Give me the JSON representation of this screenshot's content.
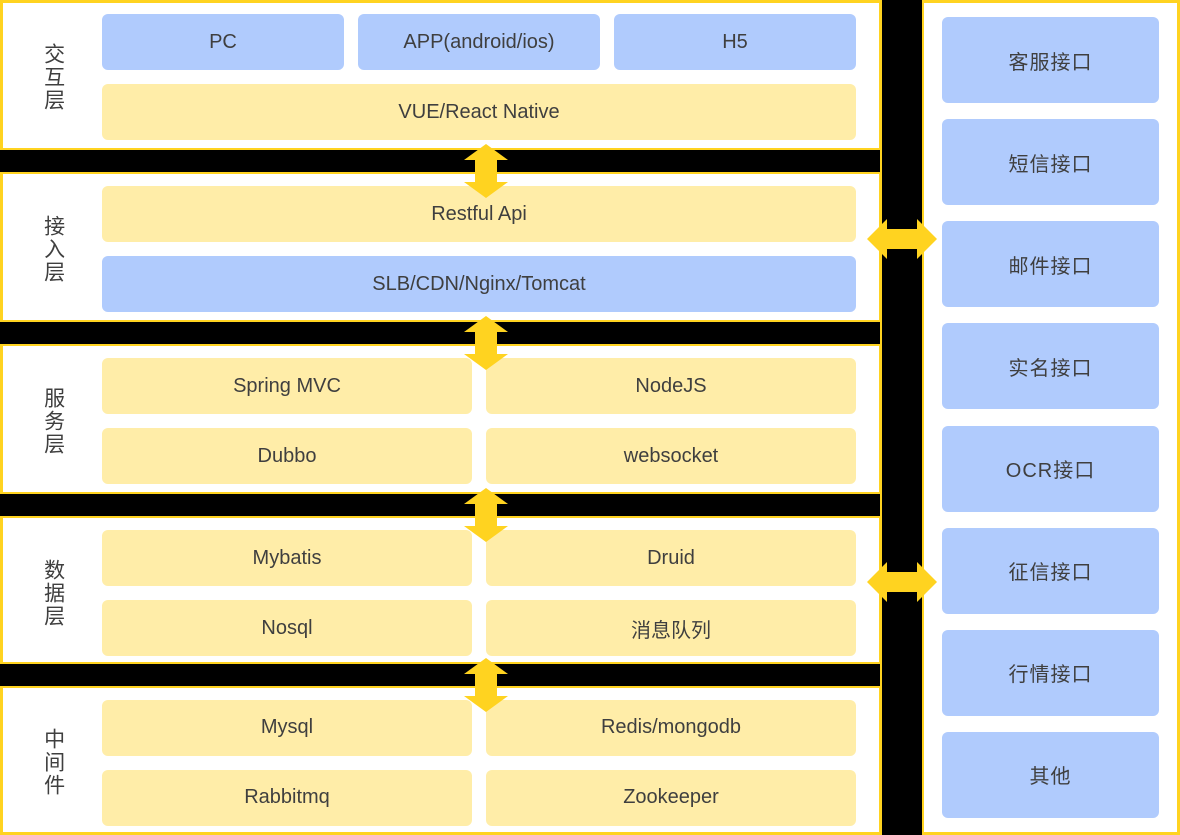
{
  "colors": {
    "blue": "#b0cbfd",
    "yellow": "#ffeda8",
    "gold_border": "#ffd320",
    "arrow": "#ffd320",
    "divider": "#000000",
    "text": "#3f3f3f"
  },
  "layers": [
    {
      "label": "交互层",
      "rows": [
        [
          {
            "text": "PC",
            "color": "blue"
          },
          {
            "text": "APP(android/ios)",
            "color": "blue"
          },
          {
            "text": "H5",
            "color": "blue"
          }
        ],
        [
          {
            "text": "VUE/React Native",
            "color": "yellow",
            "full": true
          }
        ]
      ]
    },
    {
      "label": "接入层",
      "rows": [
        [
          {
            "text": "Restful Api",
            "color": "yellow",
            "full": true
          }
        ],
        [
          {
            "text": "SLB/CDN/Nginx/Tomcat",
            "color": "blue",
            "full": true
          }
        ]
      ]
    },
    {
      "label": "服务层",
      "rows": [
        [
          {
            "text": "Spring MVC",
            "color": "yellow"
          },
          {
            "text": "NodeJS",
            "color": "yellow"
          }
        ],
        [
          {
            "text": "Dubbo",
            "color": "yellow"
          },
          {
            "text": "websocket",
            "color": "yellow"
          }
        ]
      ]
    },
    {
      "label": "数据层",
      "rows": [
        [
          {
            "text": "Mybatis",
            "color": "yellow"
          },
          {
            "text": "Druid",
            "color": "yellow"
          }
        ],
        [
          {
            "text": "Nosql",
            "color": "yellow"
          },
          {
            "text": "消息队列",
            "color": "yellow"
          }
        ]
      ]
    },
    {
      "label": "中间件",
      "rows": [
        [
          {
            "text": "Mysql",
            "color": "yellow"
          },
          {
            "text": "Redis/mongodb",
            "color": "yellow"
          }
        ],
        [
          {
            "text": "Rabbitmq",
            "color": "yellow"
          },
          {
            "text": "Zookeeper",
            "color": "yellow"
          }
        ]
      ]
    }
  ],
  "side_panel": {
    "items": [
      {
        "text": "客服接口"
      },
      {
        "text": "短信接口"
      },
      {
        "text": "邮件接口"
      },
      {
        "text": "实名接口"
      },
      {
        "text": "OCR接口"
      },
      {
        "text": "征信接口"
      },
      {
        "text": "行情接口"
      },
      {
        "text": "其他"
      }
    ]
  },
  "arrows": {
    "vertical": [
      {
        "name": "arrow-interaction-to-access"
      },
      {
        "name": "arrow-access-to-service"
      },
      {
        "name": "arrow-service-to-data"
      },
      {
        "name": "arrow-data-to-middleware"
      }
    ],
    "horizontal": [
      {
        "name": "arrow-access-to-interfaces"
      },
      {
        "name": "arrow-data-to-interfaces"
      }
    ]
  }
}
